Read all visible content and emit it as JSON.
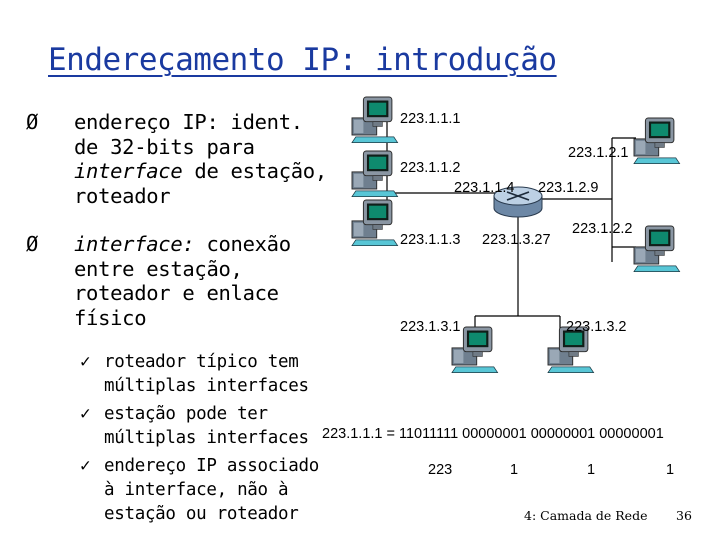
{
  "slide": {
    "title": "Endereçamento IP: introdução",
    "bullets": [
      {
        "em": "",
        "text": "endereço IP: ident. de 32-bits para",
        "em2": "interface",
        "text2": " de estação, roteador"
      },
      {
        "em": "interface:",
        "text": " conexão entre estação, roteador e enlace físico"
      }
    ],
    "sub_bullets": [
      "roteador típico tem múltiplas interfaces",
      "estação pode ter múltiplas interfaces",
      "endereço IP associado à interface, não à estação ou roteador"
    ],
    "footer_section": "4: Camada de Rede",
    "page_number": "36"
  },
  "diagram": {
    "addresses": {
      "a_223_1_1_1": "223.1.1.1",
      "a_223_1_1_2": "223.1.1.2",
      "a_223_1_1_4": "223.1.1.4",
      "a_223_1_1_3": "223.1.1.3",
      "a_223_1_2_1": "223.1.2.1",
      "a_223_1_2_9": "223.1.2.9",
      "a_223_1_2_2": "223.1.2.2",
      "a_223_1_3_27": "223.1.3.27",
      "a_223_1_3_1": "223.1.3.1",
      "a_223_1_3_2": "223.1.3.2"
    },
    "binary_line": "223.1.1.1 = 11011111 00000001 00000001 00000001",
    "decimal_octets": [
      "223",
      "1",
      "1",
      "1"
    ]
  }
}
